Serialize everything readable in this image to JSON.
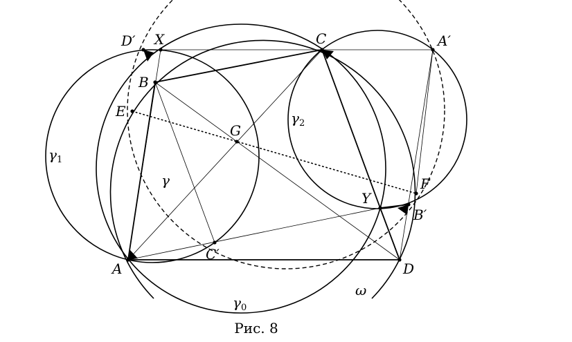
{
  "caption": "Рис. 8",
  "points": {
    "D_prime": "D′",
    "X": "X",
    "C": "C",
    "A_prime": "A′",
    "B": "B",
    "E": "E",
    "G": "G",
    "F": "F",
    "Y": "Y",
    "B_prime": "B′",
    "A": "A",
    "C_prime": "C′",
    "D": "D"
  },
  "curves": {
    "gamma1": {
      "letter": "γ",
      "index": "1"
    },
    "gamma2": {
      "letter": "γ",
      "index": "2"
    },
    "gamma": {
      "letter": "γ",
      "index": ""
    },
    "gamma0": {
      "letter": "γ",
      "index": "0"
    },
    "omega": {
      "letter": "ω",
      "index": ""
    }
  },
  "colors": {
    "ink": "#000000",
    "background": "#ffffff"
  }
}
